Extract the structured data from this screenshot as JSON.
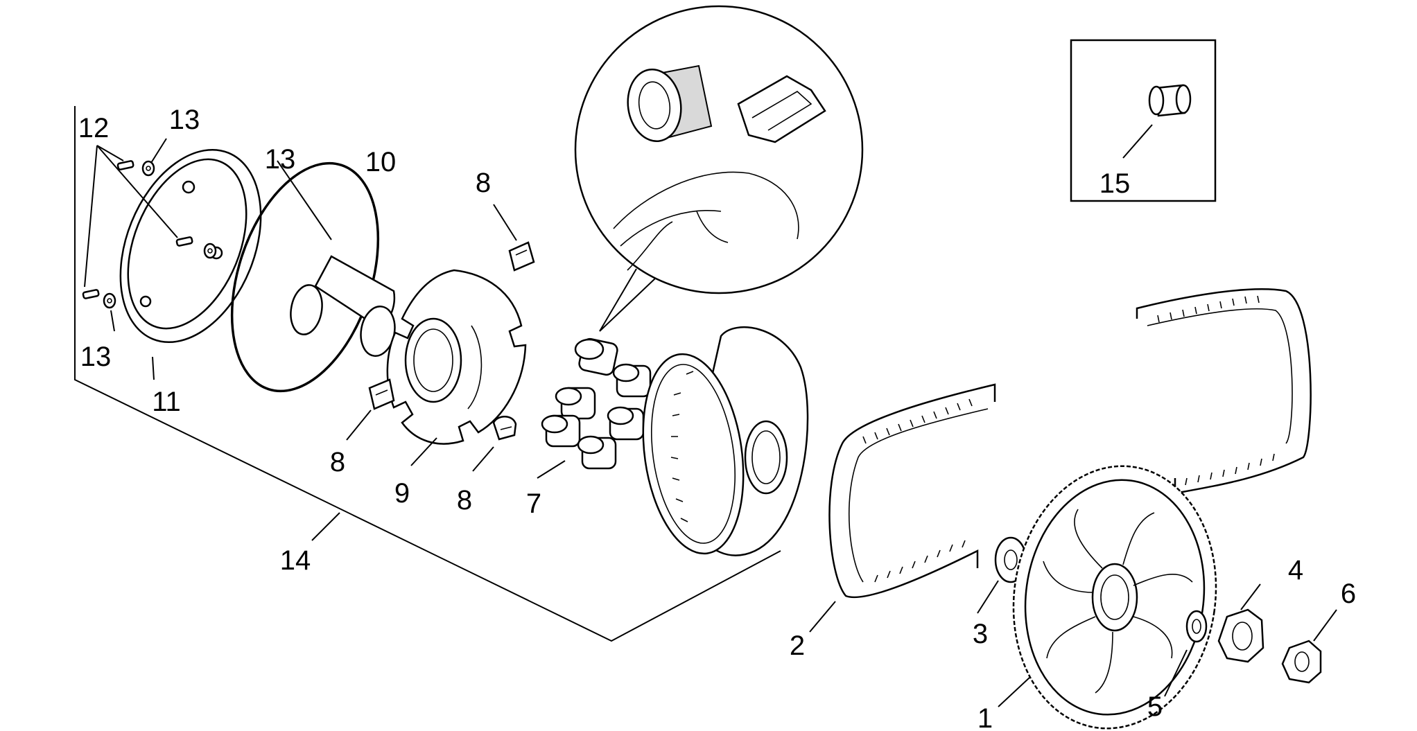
{
  "diagram": {
    "callouts": {
      "c1": "1",
      "c2": "2",
      "c3": "3",
      "c4": "4",
      "c5": "5",
      "c6": "6",
      "c7": "7",
      "c8a": "8",
      "c8b": "8",
      "c8c": "8",
      "c9": "9",
      "c10": "10",
      "c11": "11",
      "c12": "12",
      "c13a": "13",
      "c13b": "13",
      "c13c": "13",
      "c14": "14",
      "c15": "15"
    }
  }
}
